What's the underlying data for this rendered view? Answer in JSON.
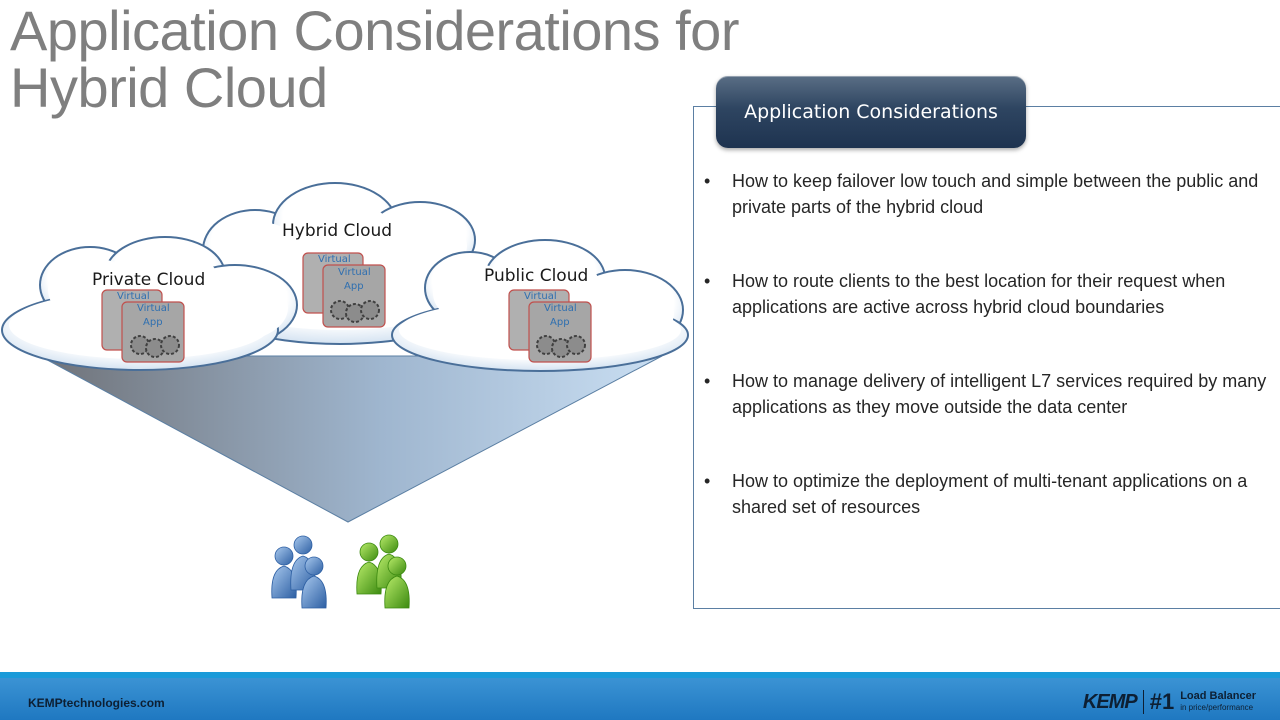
{
  "title": {
    "line1": "Application Considerations for",
    "line2": "Hybrid Cloud"
  },
  "diagram": {
    "clouds": {
      "private": "Private Cloud",
      "hybrid": "Hybrid Cloud",
      "public": "Public Cloud"
    },
    "app_line1": "Virtual",
    "app_line2": "App"
  },
  "panel": {
    "heading": "Application Considerations",
    "bullets": [
      "How to keep failover low touch and simple between the public and private parts of the hybrid cloud",
      "How to route clients to the best location for their request when applications are active across hybrid cloud boundaries",
      "How to manage delivery of intelligent L7 services required by many applications as they move outside the data center",
      "How to optimize the deployment of multi-tenant applications on a shared set of resources"
    ]
  },
  "footer": {
    "url": "KEMPtechnologies.com",
    "logo_brand": "KEMP",
    "logo_rank": "#1",
    "logo_line1": "Load Balancer",
    "logo_line2": "in price/performance"
  },
  "colors": {
    "title": "#7f7f7f",
    "tab_dark": "#1e3350",
    "footer_blue": "#1f78c1",
    "users_blue": "#4a7fc1",
    "users_green": "#5aa51c"
  }
}
